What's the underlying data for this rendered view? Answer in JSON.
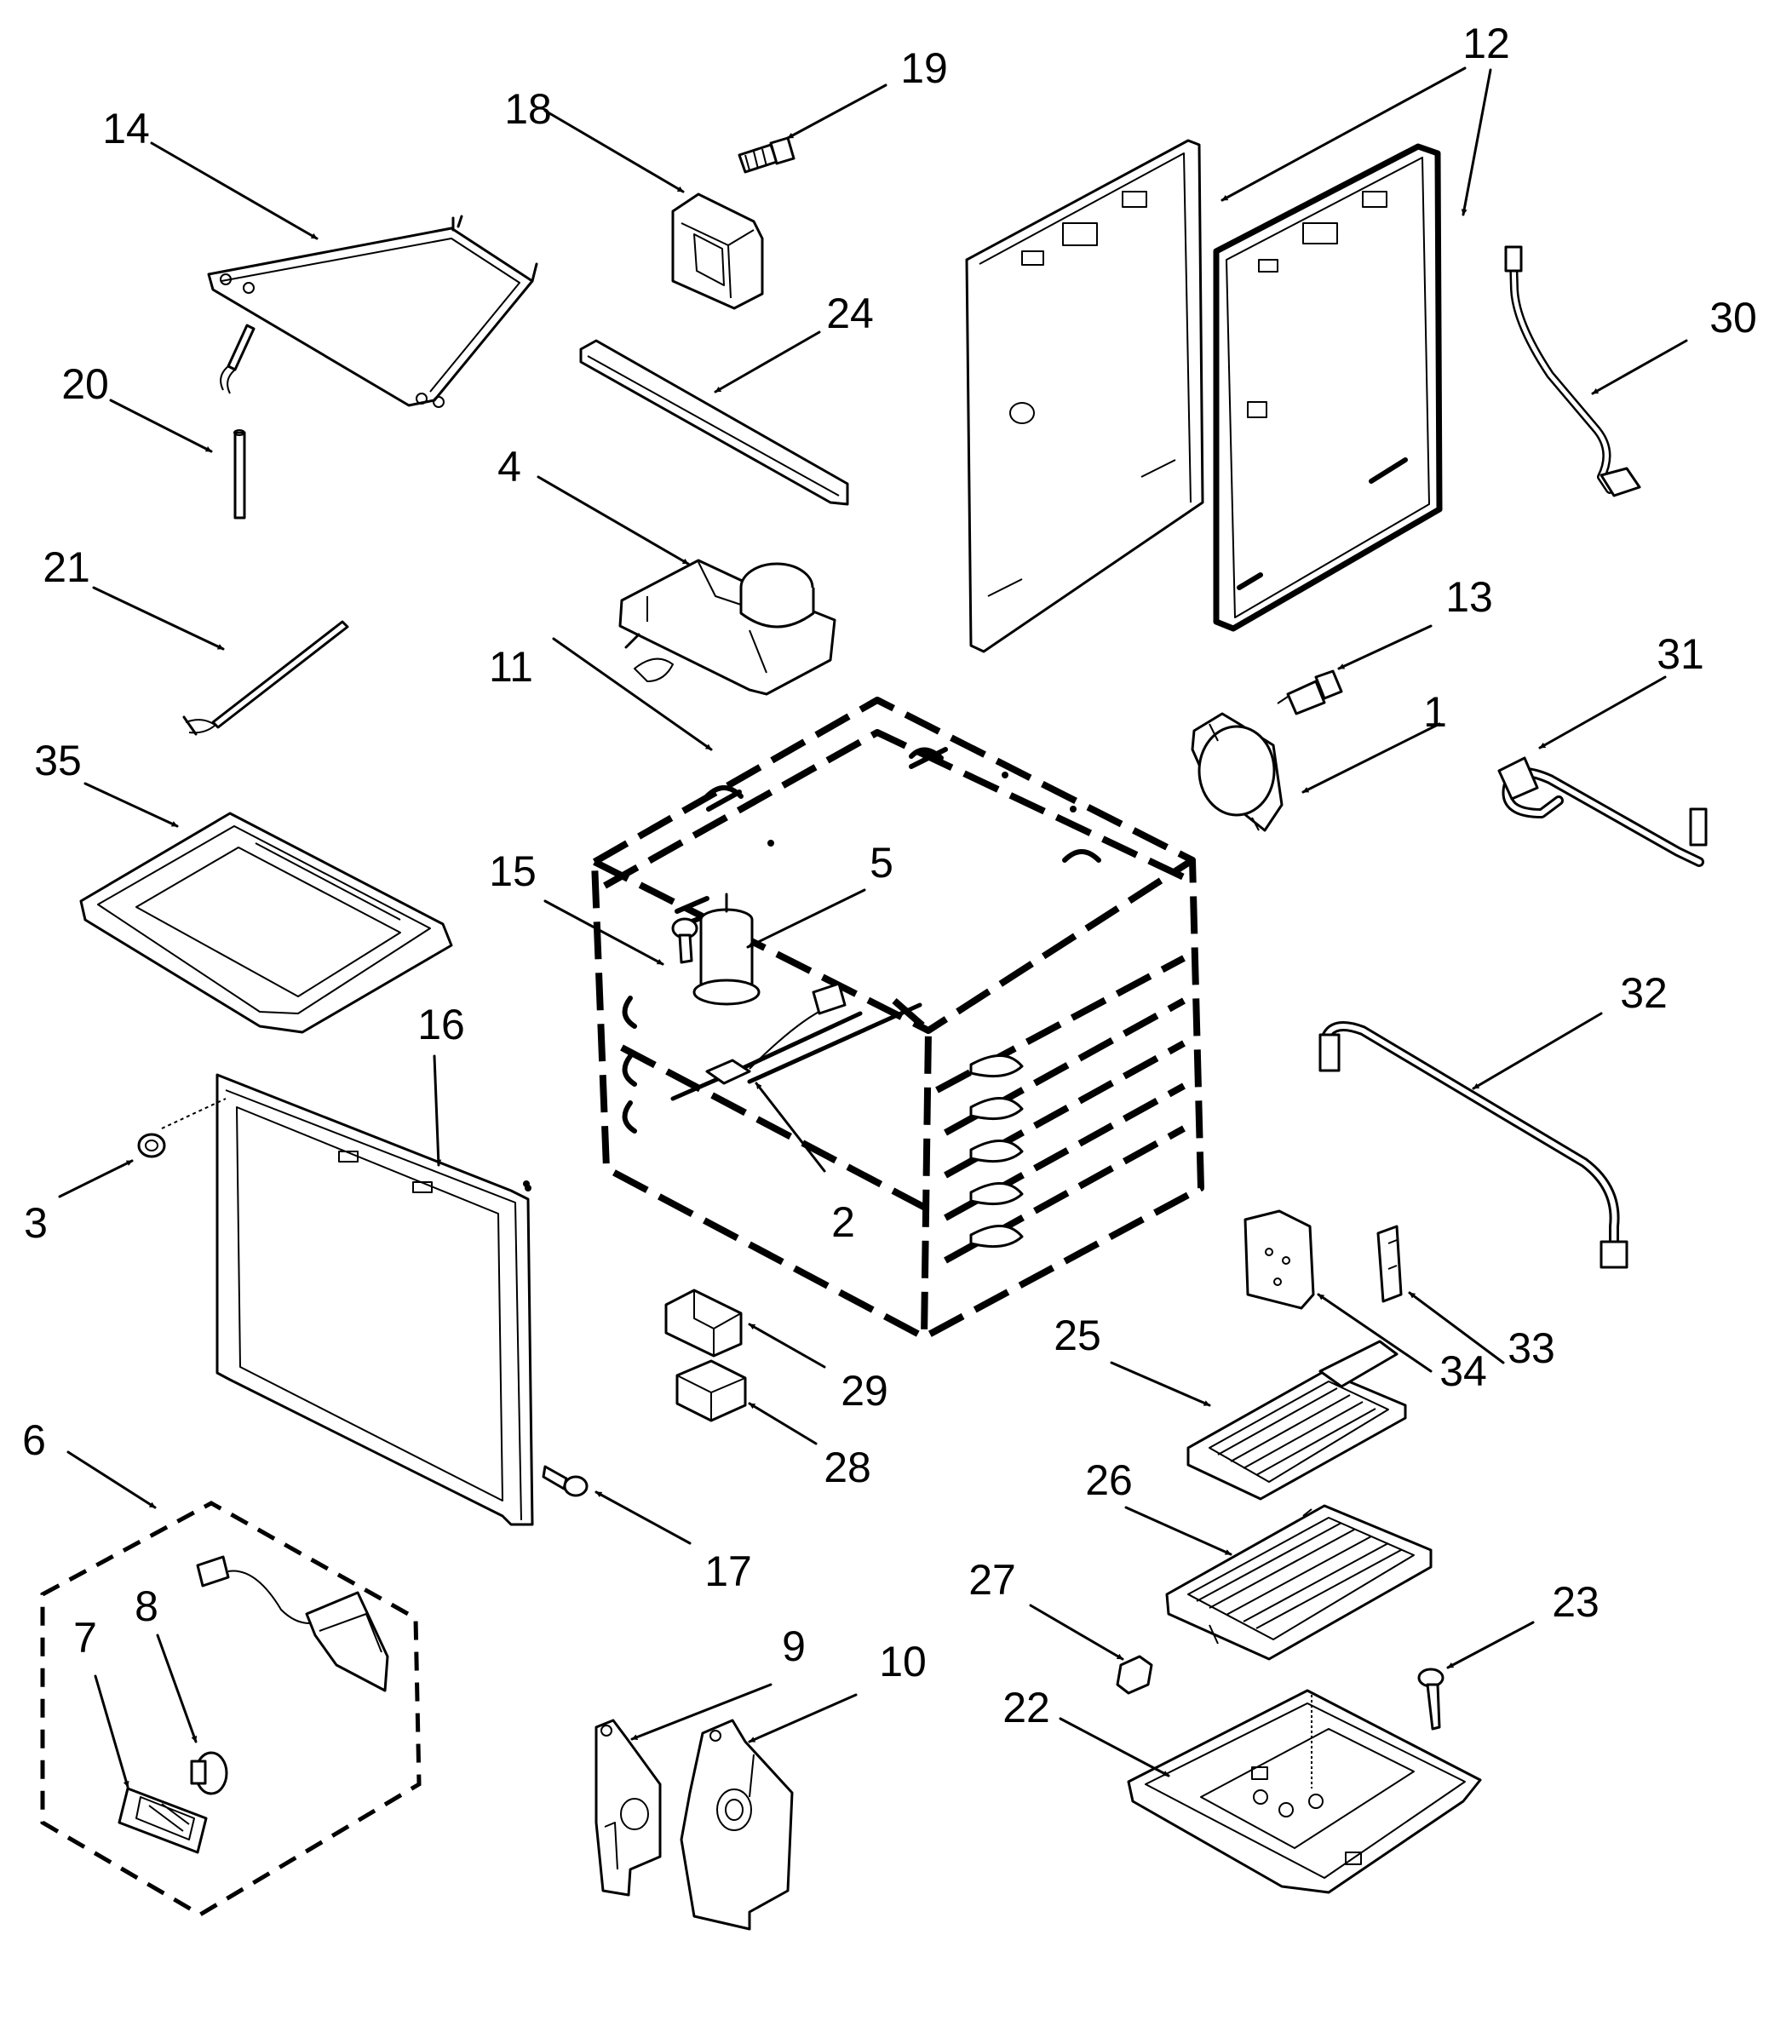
{
  "callouts": [
    {
      "id": "1",
      "text": "1"
    },
    {
      "id": "2",
      "text": "2"
    },
    {
      "id": "3",
      "text": "3"
    },
    {
      "id": "4",
      "text": "4"
    },
    {
      "id": "5",
      "text": "5"
    },
    {
      "id": "6",
      "text": "6"
    },
    {
      "id": "7",
      "text": "7"
    },
    {
      "id": "8",
      "text": "8"
    },
    {
      "id": "9",
      "text": "9"
    },
    {
      "id": "10",
      "text": "10"
    },
    {
      "id": "11",
      "text": "11"
    },
    {
      "id": "12",
      "text": "12"
    },
    {
      "id": "13",
      "text": "13"
    },
    {
      "id": "14",
      "text": "14"
    },
    {
      "id": "15",
      "text": "15"
    },
    {
      "id": "16",
      "text": "16"
    },
    {
      "id": "17",
      "text": "17"
    },
    {
      "id": "18",
      "text": "18"
    },
    {
      "id": "19",
      "text": "19"
    },
    {
      "id": "20",
      "text": "20"
    },
    {
      "id": "21",
      "text": "21"
    },
    {
      "id": "22",
      "text": "22"
    },
    {
      "id": "23",
      "text": "23"
    },
    {
      "id": "24",
      "text": "24"
    },
    {
      "id": "25",
      "text": "25"
    },
    {
      "id": "26",
      "text": "26"
    },
    {
      "id": "27",
      "text": "27"
    },
    {
      "id": "28",
      "text": "28"
    },
    {
      "id": "29",
      "text": "29"
    },
    {
      "id": "30",
      "text": "30"
    },
    {
      "id": "31",
      "text": "31"
    },
    {
      "id": "32",
      "text": "32"
    },
    {
      "id": "33",
      "text": "33"
    },
    {
      "id": "34",
      "text": "34"
    },
    {
      "id": "35",
      "text": "35"
    }
  ]
}
